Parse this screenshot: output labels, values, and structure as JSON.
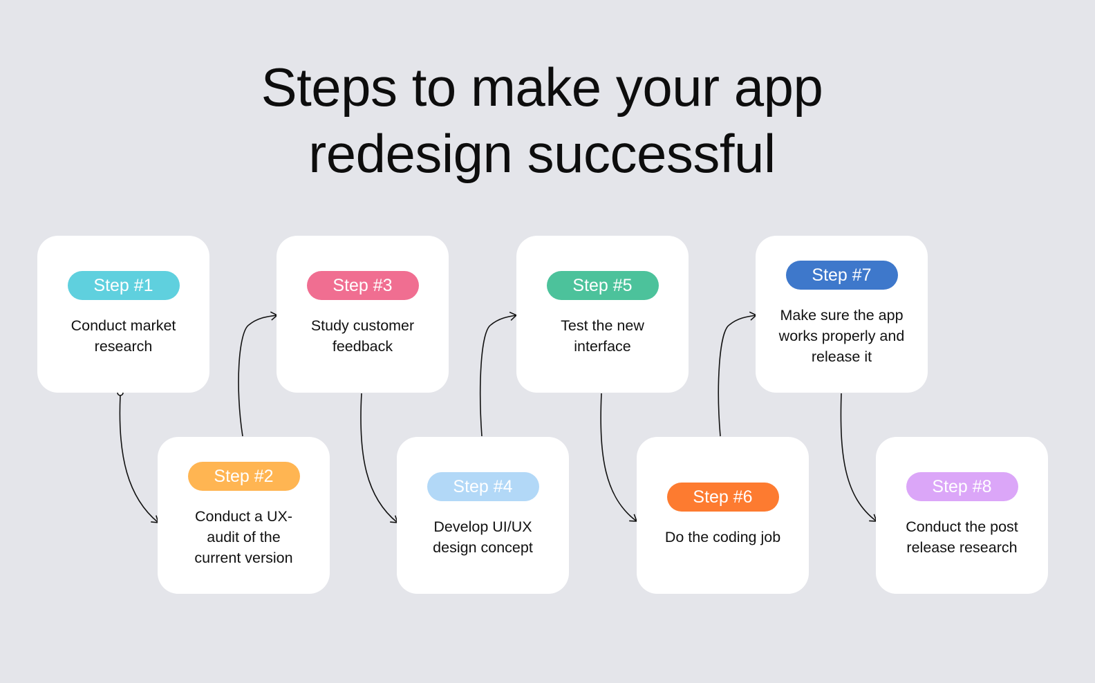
{
  "title": {
    "line1": "Steps to make your app",
    "line2": "redesign successful"
  },
  "steps": [
    {
      "label": "Step #1",
      "desc": [
        "Conduct market",
        "research"
      ],
      "color": "#5fd0de"
    },
    {
      "label": "Step #2",
      "desc": [
        "Conduct a UX-",
        "audit of the",
        "current version"
      ],
      "color": "#ffb552"
    },
    {
      "label": "Step #3",
      "desc": [
        "Study customer",
        "feedback"
      ],
      "color": "#f06e91"
    },
    {
      "label": "Step #4",
      "desc": [
        "Develop UI/UX",
        "design concept"
      ],
      "color": "#b2d8f7"
    },
    {
      "label": "Step #5",
      "desc": [
        "Test the new",
        "interface"
      ],
      "color": "#4cc29b"
    },
    {
      "label": "Step #6",
      "desc": [
        "Do the coding job"
      ],
      "color": "#fd7b30"
    },
    {
      "label": "Step #7",
      "desc": [
        "Make sure the app",
        "works properly and",
        "release it"
      ],
      "color": "#3e78cb"
    },
    {
      "label": "Step #8",
      "desc": [
        "Conduct the post",
        "release research"
      ],
      "color": "#dba6f8"
    }
  ],
  "colors": {
    "background": "#e4e5ea",
    "card": "#ffffff",
    "text": "#111111",
    "connector": "#111111"
  }
}
